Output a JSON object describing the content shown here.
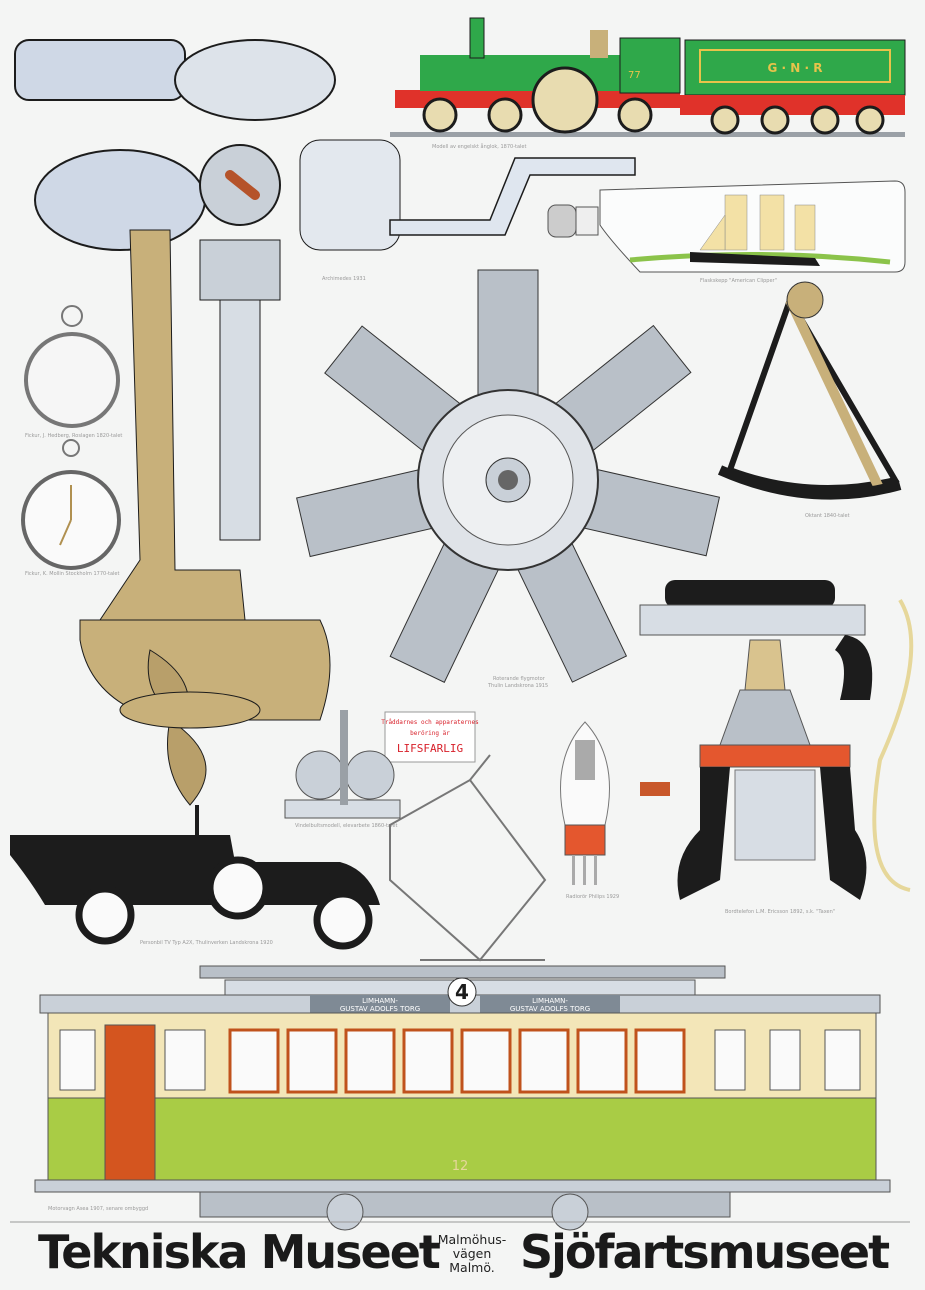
{
  "poster": {
    "museum_left": "Tekniska Museet",
    "address_lines": [
      "Malmöhus-",
      "vägen",
      "Malmö."
    ],
    "museum_right": "Sjöfartsmuseet"
  },
  "captions": {
    "locomotive": "Modell av engelskt ånglok, 1870-talet",
    "bottle_ship": "Flaskskepp \"American Clipper\"",
    "outboard": "Archimedes 1931",
    "watch1": "Fickur, J. Hedberg, Roslagen 1820-talet",
    "watch2": "Fickur, K. Mollin Stockholm 1770-talet",
    "engine": [
      "Roterande flygmotor",
      "Thulin Landskrona 1915"
    ],
    "octant": "Oktant 1840-talet",
    "dynamo": "Vindelbultsmodell, elevarbete 1860-talet",
    "tube": "Radiorör Philips 1929",
    "telephone": "Bordtelefon L.M. Ericsson 1892, s.k. \"Taxen\"",
    "car": "Personbil TV Typ A2X, Thulinverken Landskrona 1920",
    "tram": "Motorvagn Asea 1907, senare ombyggd"
  },
  "locomotive": {
    "tender_text": "G · N · R",
    "number": "77"
  },
  "sign": {
    "lines": [
      "Tråddarnes och apparaternes",
      "beröring är",
      "LIFSFARLIG"
    ]
  },
  "tram": {
    "route_number": "4",
    "destination": [
      "LIMHAMN-",
      "GUSTAV ADOLFS TORG"
    ],
    "car_number": "12"
  },
  "colors": {
    "loco_green": "#2fa84a",
    "loco_red": "#e0322a",
    "tram_green": "#a9cc45",
    "tram_orange": "#d4551f",
    "brass": "#c8b07a",
    "steel": "#c9d0d8",
    "black": "#1c1c1c"
  }
}
